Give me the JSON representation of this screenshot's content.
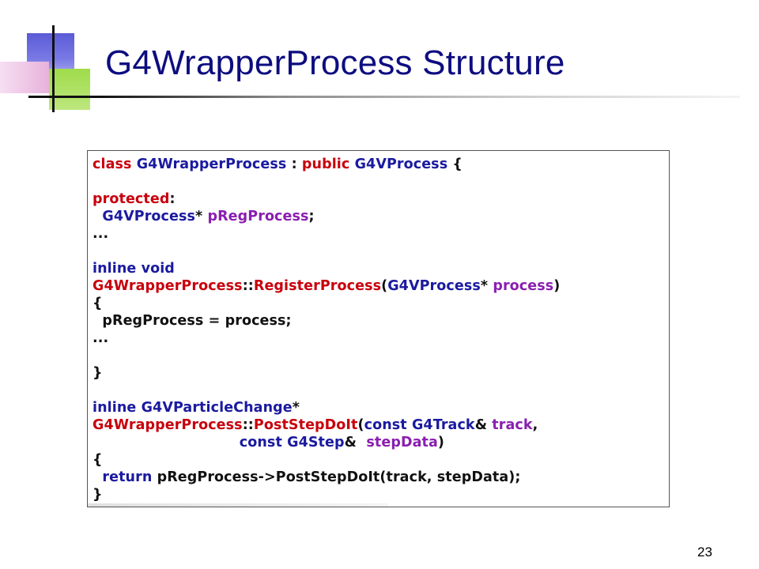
{
  "slide": {
    "title": "G4WrapperProcess Structure",
    "page_number": "23",
    "colors": {
      "title": "#0d0d80",
      "keyword": "#c8000c",
      "type": "#1a1aa0",
      "identifier": "#8a1fb0",
      "plain": "#111111"
    }
  },
  "code": {
    "lines": [
      [
        {
          "t": "class ",
          "c": "kw"
        },
        {
          "t": "G4WrapperProcess",
          "c": "ty"
        },
        {
          "t": " : ",
          "c": "pl"
        },
        {
          "t": "public ",
          "c": "kw"
        },
        {
          "t": "G4VProcess",
          "c": "ty"
        },
        {
          "t": " {",
          "c": "pl"
        }
      ],
      [],
      [
        {
          "t": "protected",
          "c": "kw"
        },
        {
          "t": ":",
          "c": "pl"
        }
      ],
      [
        {
          "t": "  G4VProcess",
          "c": "ty"
        },
        {
          "t": "* ",
          "c": "pl"
        },
        {
          "t": "pRegProcess",
          "c": "id"
        },
        {
          "t": ";",
          "c": "pl"
        }
      ],
      [
        {
          "t": "...",
          "c": "pl"
        }
      ],
      [],
      [
        {
          "t": "inline void",
          "c": "ty"
        }
      ],
      [
        {
          "t": "G4WrapperProcess",
          "c": "kw"
        },
        {
          "t": "::",
          "c": "pl"
        },
        {
          "t": "RegisterProcess",
          "c": "kw"
        },
        {
          "t": "(",
          "c": "pl"
        },
        {
          "t": "G4VProcess",
          "c": "ty"
        },
        {
          "t": "* ",
          "c": "pl"
        },
        {
          "t": "process",
          "c": "id"
        },
        {
          "t": ")",
          "c": "pl"
        }
      ],
      [
        {
          "t": "{",
          "c": "pl"
        }
      ],
      [
        {
          "t": "  pRegProcess = process;",
          "c": "pl"
        }
      ],
      [
        {
          "t": "...",
          "c": "pl"
        }
      ],
      [],
      [
        {
          "t": "}",
          "c": "pl"
        }
      ],
      [],
      [
        {
          "t": "inline ",
          "c": "ty"
        },
        {
          "t": "G4VParticleChange",
          "c": "ty"
        },
        {
          "t": "*",
          "c": "pl"
        }
      ],
      [
        {
          "t": "G4WrapperProcess",
          "c": "kw"
        },
        {
          "t": "::",
          "c": "pl"
        },
        {
          "t": "PostStepDoIt",
          "c": "kw"
        },
        {
          "t": "(",
          "c": "pl"
        },
        {
          "t": "const ",
          "c": "ty"
        },
        {
          "t": "G4Track",
          "c": "ty"
        },
        {
          "t": "& ",
          "c": "pl"
        },
        {
          "t": "track",
          "c": "id"
        },
        {
          "t": ",",
          "c": "pl"
        }
      ],
      [
        {
          "t": "                              const ",
          "c": "ty"
        },
        {
          "t": "G4Step",
          "c": "ty"
        },
        {
          "t": "&  ",
          "c": "pl"
        },
        {
          "t": "stepData",
          "c": "id"
        },
        {
          "t": ")",
          "c": "pl"
        }
      ],
      [
        {
          "t": "{",
          "c": "pl"
        }
      ],
      [
        {
          "t": "  return ",
          "c": "ty"
        },
        {
          "t": "pRegProcess->PostStepDoIt(track, stepData);",
          "c": "pl"
        }
      ],
      [
        {
          "t": "}",
          "c": "pl"
        }
      ]
    ]
  }
}
